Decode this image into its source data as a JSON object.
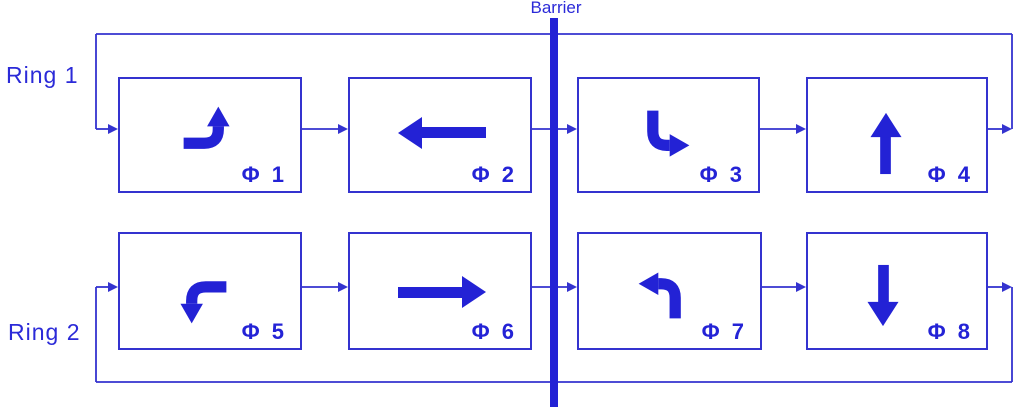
{
  "barrier": {
    "label": "Barrier"
  },
  "rings": [
    {
      "label": "Ring 1"
    },
    {
      "label": "Ring 2"
    }
  ],
  "phases": [
    {
      "label": "Φ 1",
      "icon": "curve-up-arrow-icon"
    },
    {
      "label": "Φ 2",
      "icon": "left-arrow-icon"
    },
    {
      "label": "Φ 3",
      "icon": "curve-right-arrow-icon"
    },
    {
      "label": "Φ 4",
      "icon": "up-arrow-icon"
    },
    {
      "label": "Φ 5",
      "icon": "curve-down-arrow-icon"
    },
    {
      "label": "Φ 6",
      "icon": "right-arrow-icon"
    },
    {
      "label": "Φ 7",
      "icon": "curve-left-arrow-icon"
    },
    {
      "label": "Φ 8",
      "icon": "down-arrow-icon"
    }
  ],
  "colors": {
    "primary_blue": "#2322d5",
    "line_blue": "#3433cf",
    "text_blue": "#2b2ad8",
    "background": "#ffffff"
  }
}
